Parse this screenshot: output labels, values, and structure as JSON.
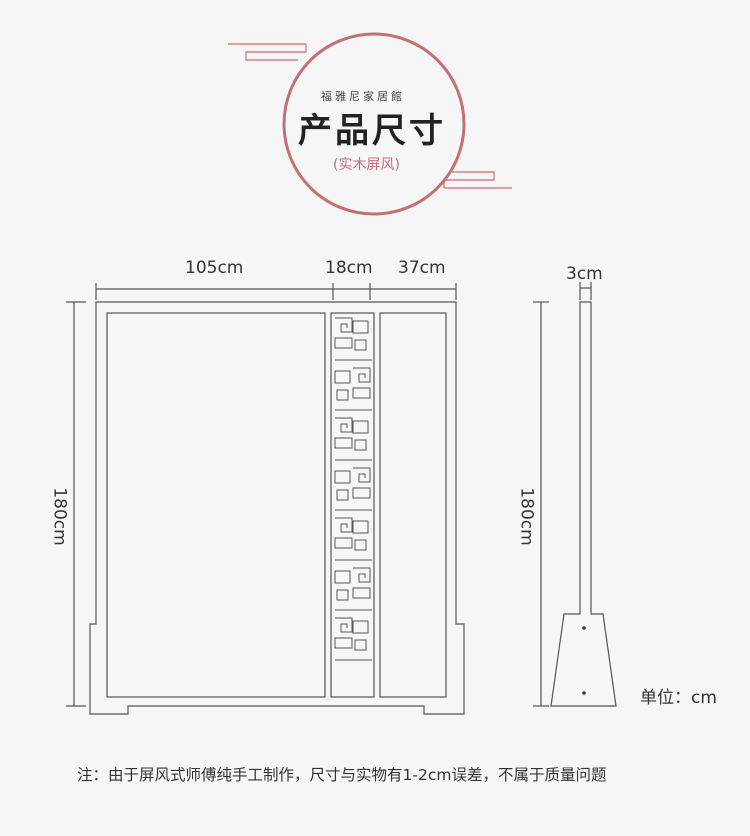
{
  "header": {
    "brand": "福雅尼家居館",
    "title": "产品尺寸",
    "subtitle": "(实木屏风)",
    "accent_color": "#c56f73"
  },
  "dimensions": {
    "width_left": "105cm",
    "width_middle": "18cm",
    "width_right": "37cm",
    "height_front": "180cm",
    "thickness": "3cm",
    "height_side": "180cm"
  },
  "unit_label": "单位：cm",
  "footnote": "注：由于屏风式师傅纯手工制作，尺寸与实物有1-2cm误差，不属于质量问题"
}
